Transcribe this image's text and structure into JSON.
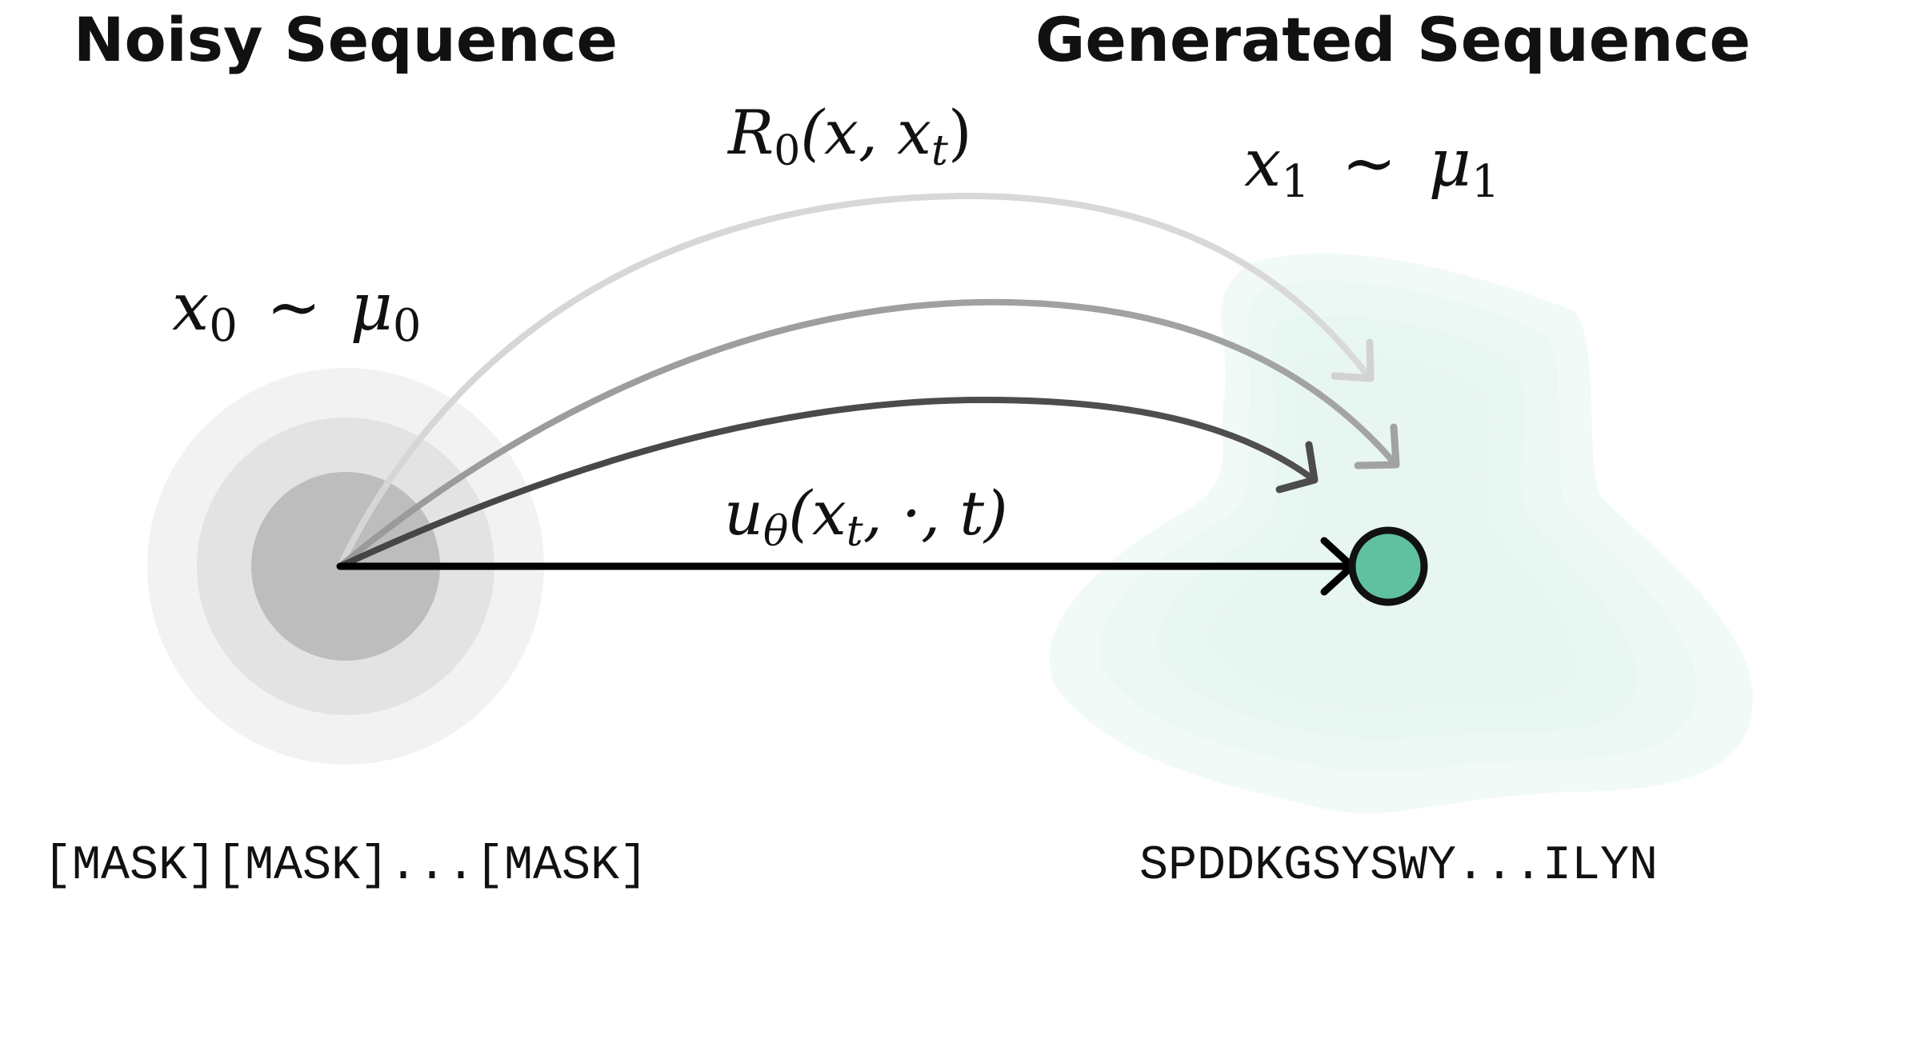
{
  "left": {
    "heading": "Noisy Sequence",
    "dist_label": {
      "var": "x",
      "sub": "0",
      "tilde": "~",
      "dist": "μ",
      "dist_sub": "0"
    },
    "sequence": "[MASK][MASK]...[MASK]"
  },
  "right": {
    "heading": "Generated Sequence",
    "dist_label": {
      "var": "x",
      "sub": "1",
      "tilde": "~",
      "dist": "μ",
      "dist_sub": "1"
    },
    "sequence": "SPDDKGSYSWY...ILYN"
  },
  "arrows": {
    "reference_label": {
      "fn": "R",
      "fn_sub": "0",
      "args": "(x, x",
      "args_sub": "t",
      "close": ")"
    },
    "model_label": {
      "fn": "u",
      "fn_sub": "θ",
      "args": "(x",
      "args_sub": "t",
      "rest": ", ·, t)"
    }
  },
  "colors": {
    "noise_ring_outer": "#f2f2f2",
    "noise_ring_mid": "#e3e3e3",
    "noise_ring_inner": "#bdbdbd",
    "target_fill": "#e8f5f0",
    "target_point": "#5fc1a0",
    "arrow_main": "#000000"
  }
}
